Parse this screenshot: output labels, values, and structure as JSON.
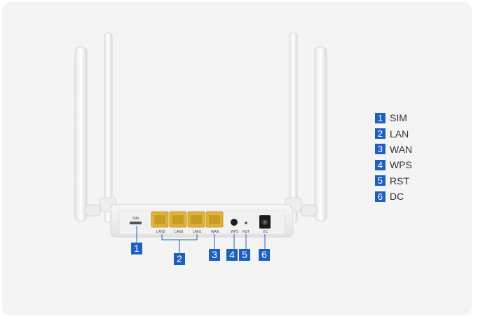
{
  "device": {
    "sim_slot_label": "SIM",
    "port_labels": [
      "LAN3",
      "LAN2",
      "LAN1",
      "WAN"
    ],
    "wps_label": "WPS",
    "rst_label": "RST",
    "dc_label": "DC"
  },
  "callouts": [
    "1",
    "2",
    "3",
    "4",
    "5",
    "6"
  ],
  "legend": [
    {
      "num": "1",
      "label": "SIM"
    },
    {
      "num": "2",
      "label": "LAN"
    },
    {
      "num": "3",
      "label": "WAN"
    },
    {
      "num": "4",
      "label": "WPS"
    },
    {
      "num": "5",
      "label": "RST"
    },
    {
      "num": "6",
      "label": "DC"
    }
  ],
  "colors": {
    "accent": "#1d5fc2",
    "port_yellow": "#e2b233",
    "background": "#f4f4f4"
  }
}
